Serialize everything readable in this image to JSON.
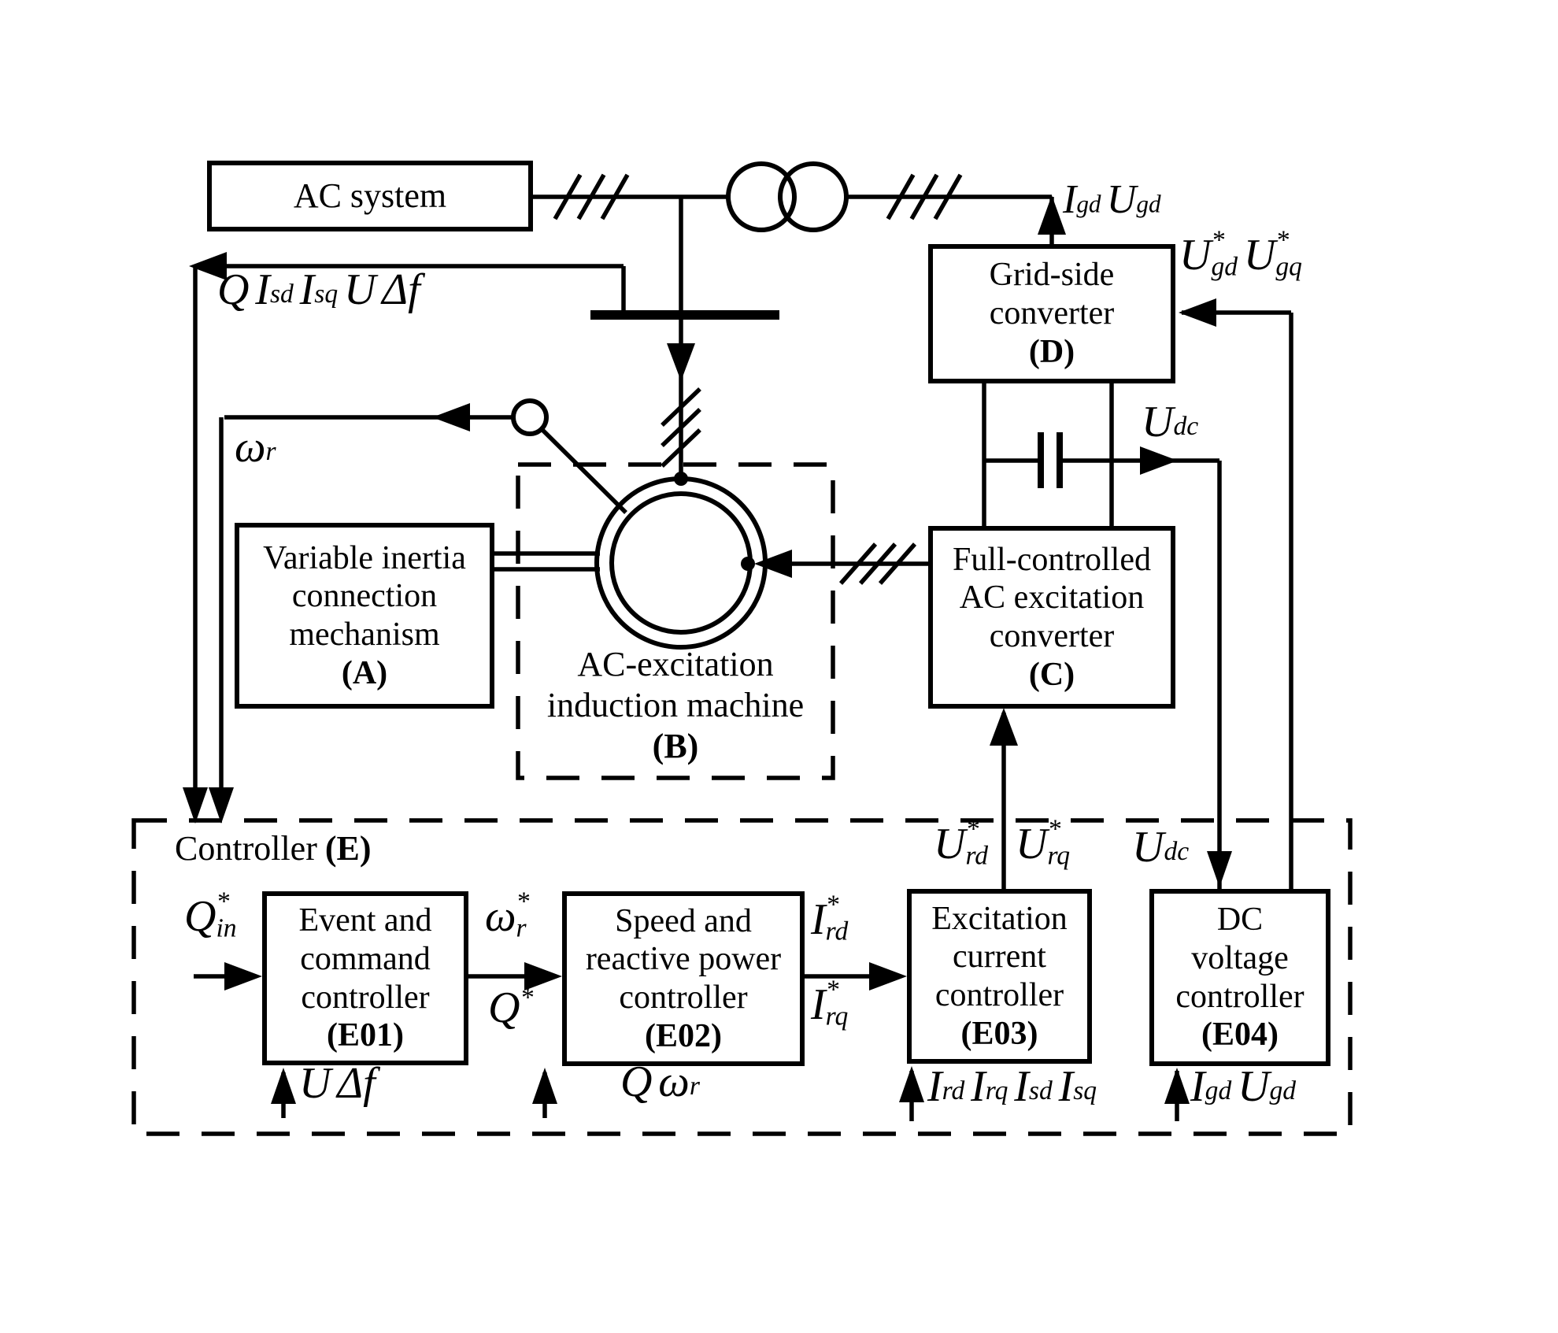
{
  "figure": {
    "background": "#ffffff",
    "line_color": "#000000",
    "type": "block-diagram",
    "subject": "AC-excitation induction machine system with converters and controller"
  },
  "blocks": {
    "ac_system": {
      "label": "AC system"
    },
    "grid_converter": {
      "lines": [
        "Grid-side",
        "converter"
      ],
      "tag": "(D)"
    },
    "exc_converter": {
      "lines": [
        "Full-controlled",
        "AC excitation",
        "converter"
      ],
      "tag": "(C)"
    },
    "inertia_mechanism": {
      "lines": [
        "Variable inertia",
        "connection",
        "mechanism"
      ],
      "tag": "(A)"
    },
    "induction_machine": {
      "lines": [
        "AC-excitation",
        "induction machine"
      ],
      "tag": "(B)"
    },
    "controller": {
      "label": "Controller",
      "tag": "(E)"
    },
    "event_controller": {
      "lines": [
        "Event and",
        "command",
        "controller"
      ],
      "tag": "(E01)"
    },
    "speed_controller": {
      "lines": [
        "Speed and",
        "reactive power",
        "controller"
      ],
      "tag": "(E02)"
    },
    "excitation_controller": {
      "lines": [
        "Excitation",
        "current",
        "controller"
      ],
      "tag": "(E03)"
    },
    "dc_voltage_controller": {
      "lines": [
        "DC",
        "voltage",
        "controller"
      ],
      "tag": "(E04)"
    }
  },
  "signals": {
    "feedback_bus": [
      {
        "t": "Q"
      },
      {
        "t": "I",
        "sub": "sd"
      },
      {
        "t": "I",
        "sub": "sq"
      },
      {
        "t": "U"
      },
      {
        "t": "Δf"
      }
    ],
    "omega_r": [
      {
        "t": "ω",
        "sub": "r"
      }
    ],
    "igd_ugd_top": [
      {
        "t": "I",
        "sub": "gd"
      },
      {
        "t": "U",
        "sub": "gd"
      }
    ],
    "ug_ref": [
      {
        "t": "U",
        "sub": "gd",
        "sup": "*"
      },
      {
        "t": "U",
        "sub": "gq",
        "sup": "*"
      }
    ],
    "udc_link": [
      {
        "t": "U",
        "sub": "dc"
      }
    ],
    "udc_ctrl": [
      {
        "t": "U",
        "sub": "dc"
      }
    ],
    "urd_ref": [
      {
        "t": "U",
        "sub": "rd",
        "sup": "*"
      }
    ],
    "urq_ref": [
      {
        "t": "U",
        "sub": "rq",
        "sup": "*"
      }
    ],
    "qin_ref": [
      {
        "t": "Q",
        "sub": "in",
        "sup": "*"
      }
    ],
    "omega_ref": [
      {
        "t": "ω",
        "sub": "r",
        "sup": "*"
      }
    ],
    "q_ref": [
      {
        "t": "Q",
        "sup": "*"
      }
    ],
    "ird_ref": [
      {
        "t": "I",
        "sub": "rd",
        "sup": "*"
      }
    ],
    "irq_ref": [
      {
        "t": "I",
        "sub": "rq",
        "sup": "*"
      }
    ],
    "u_deltaf": [
      {
        "t": "U"
      },
      {
        "t": "Δf"
      }
    ],
    "q_omega": [
      {
        "t": "Q"
      },
      {
        "t": "ω",
        "sub": "r"
      }
    ],
    "exc_currents": [
      {
        "t": "I",
        "sub": "rd"
      },
      {
        "t": "I",
        "sub": "rq"
      },
      {
        "t": "I",
        "sub": "sd"
      },
      {
        "t": "I",
        "sub": "sq"
      }
    ],
    "igd_ugd_bottom": [
      {
        "t": "I",
        "sub": "gd"
      },
      {
        "t": "U",
        "sub": "gd"
      }
    ]
  }
}
